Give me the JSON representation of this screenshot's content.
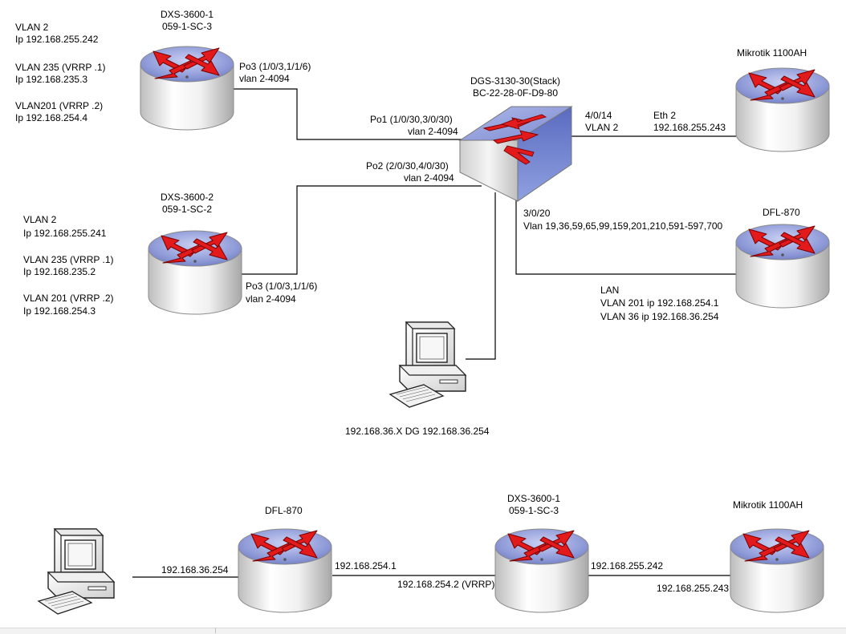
{
  "top": {
    "dxs1": {
      "name": "DXS-3600-1",
      "id": "059-1-SC-3",
      "port": "Po3 (1/0/3,1/1/6)",
      "vlan": "vlan 2-4094"
    },
    "dxs1_info": [
      "VLAN 2",
      "Ip 192.168.255.242",
      "VLAN 235 (VRRP .1)",
      "Ip 192.168.235.3",
      "VLAN201 (VRRP .2)",
      "Ip 192.168.254.4"
    ],
    "dxs2": {
      "name": "DXS-3600-2",
      "id": "059-1-SC-2",
      "port": "Po3 (1/0/3,1/1/6)",
      "vlan": "vlan 2-4094"
    },
    "dxs2_info": [
      "VLAN 2",
      "Ip 192.168.255.241",
      "VLAN 235 (VRRP .1)",
      "Ip 192.168.235.2",
      "VLAN 201 (VRRP .2)",
      "Ip 192.168.254.3"
    ],
    "dgs": {
      "name": "DGS-3130-30(Stack)",
      "mac": "BC-22-28-0F-D9-80"
    },
    "po1": {
      "port": "Po1 (1/0/30,3/0/30)",
      "vlan": "vlan 2-4094"
    },
    "po2": {
      "port": "Po2 (2/0/30,4/0/30)",
      "vlan": "vlan 2-4094"
    },
    "mikrotik": {
      "name": "Mikrotik 1100AH",
      "port": "4/0/14",
      "vlan": "VLAN 2",
      "eth": "Eth 2",
      "ip": "192.168.255.243"
    },
    "dfl": {
      "name": "DFL-870",
      "port": "3/0/20",
      "vlans": "Vlan 19,36,59,65,99,159,201,210,591-597,700"
    },
    "dfl_lan": [
      "LAN",
      "VLAN 201 ip 192.168.254.1",
      "VLAN 36 ip 192.168.36.254"
    ],
    "pc": {
      "label": "192.168.36.X DG 192.168.36.254"
    }
  },
  "bottom": {
    "dfl_name": "DFL-870",
    "dxs_name": "DXS-3600-1",
    "dxs_id": "059-1-SC-3",
    "mikrotik_name": "Mikrotik 1100AH",
    "pc_ip": "192.168.36.254",
    "dfl_ip": "192.168.254.1",
    "vrrp_ip": "192.168.254.2 (VRRP)",
    "dxs_ip": "192.168.255.242",
    "mikrotik_ip": "192.168.255.243"
  },
  "colors": {
    "router_top": "#7f8fd0",
    "arrow_red": "#e31a1c",
    "cylinder_light": "#f4f4f4",
    "cylinder_dark": "#b8b8b8",
    "line": "#000000"
  },
  "icons": {
    "router": "router-icon",
    "switch": "switch-icon",
    "pc": "computer-icon"
  }
}
